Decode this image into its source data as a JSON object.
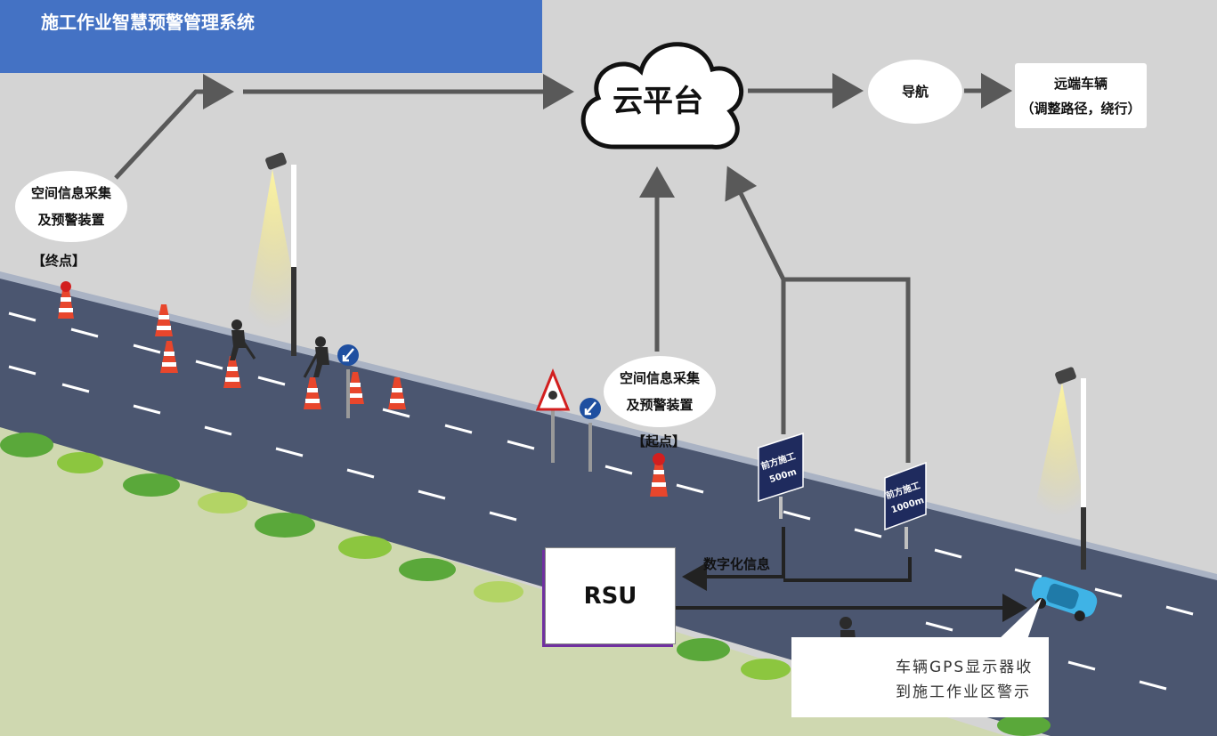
{
  "title": "施工作业智慧预警管理系统",
  "cloud": {
    "label": "云平台"
  },
  "navigation": {
    "label": "导航"
  },
  "remote_vehicle": {
    "line1": "远端车辆",
    "line2": "（调整路径，绕行）"
  },
  "device_end": {
    "line1": "空间信息采集",
    "line2": "及预警装置",
    "tag": "【终点】"
  },
  "device_start": {
    "line1": "空间信息采集",
    "line2": "及预警装置",
    "tag": "【起点】"
  },
  "sign_500": {
    "line1": "前方施工",
    "line2": "500m"
  },
  "sign_1000": {
    "line1": "前方施工",
    "line2": "1000m"
  },
  "rsu": {
    "label": "RSU"
  },
  "digital_info": {
    "label": "数字化信息"
  },
  "gps_notice": {
    "line1": "车辆GPS显示器收",
    "line2": "到施工作业区警示"
  },
  "colors": {
    "title_bar": "#4472c4",
    "road": "#4b5670",
    "sign_blue": "#1f2b5e",
    "car": "#3fb3e6",
    "cone": "#e8462c"
  }
}
